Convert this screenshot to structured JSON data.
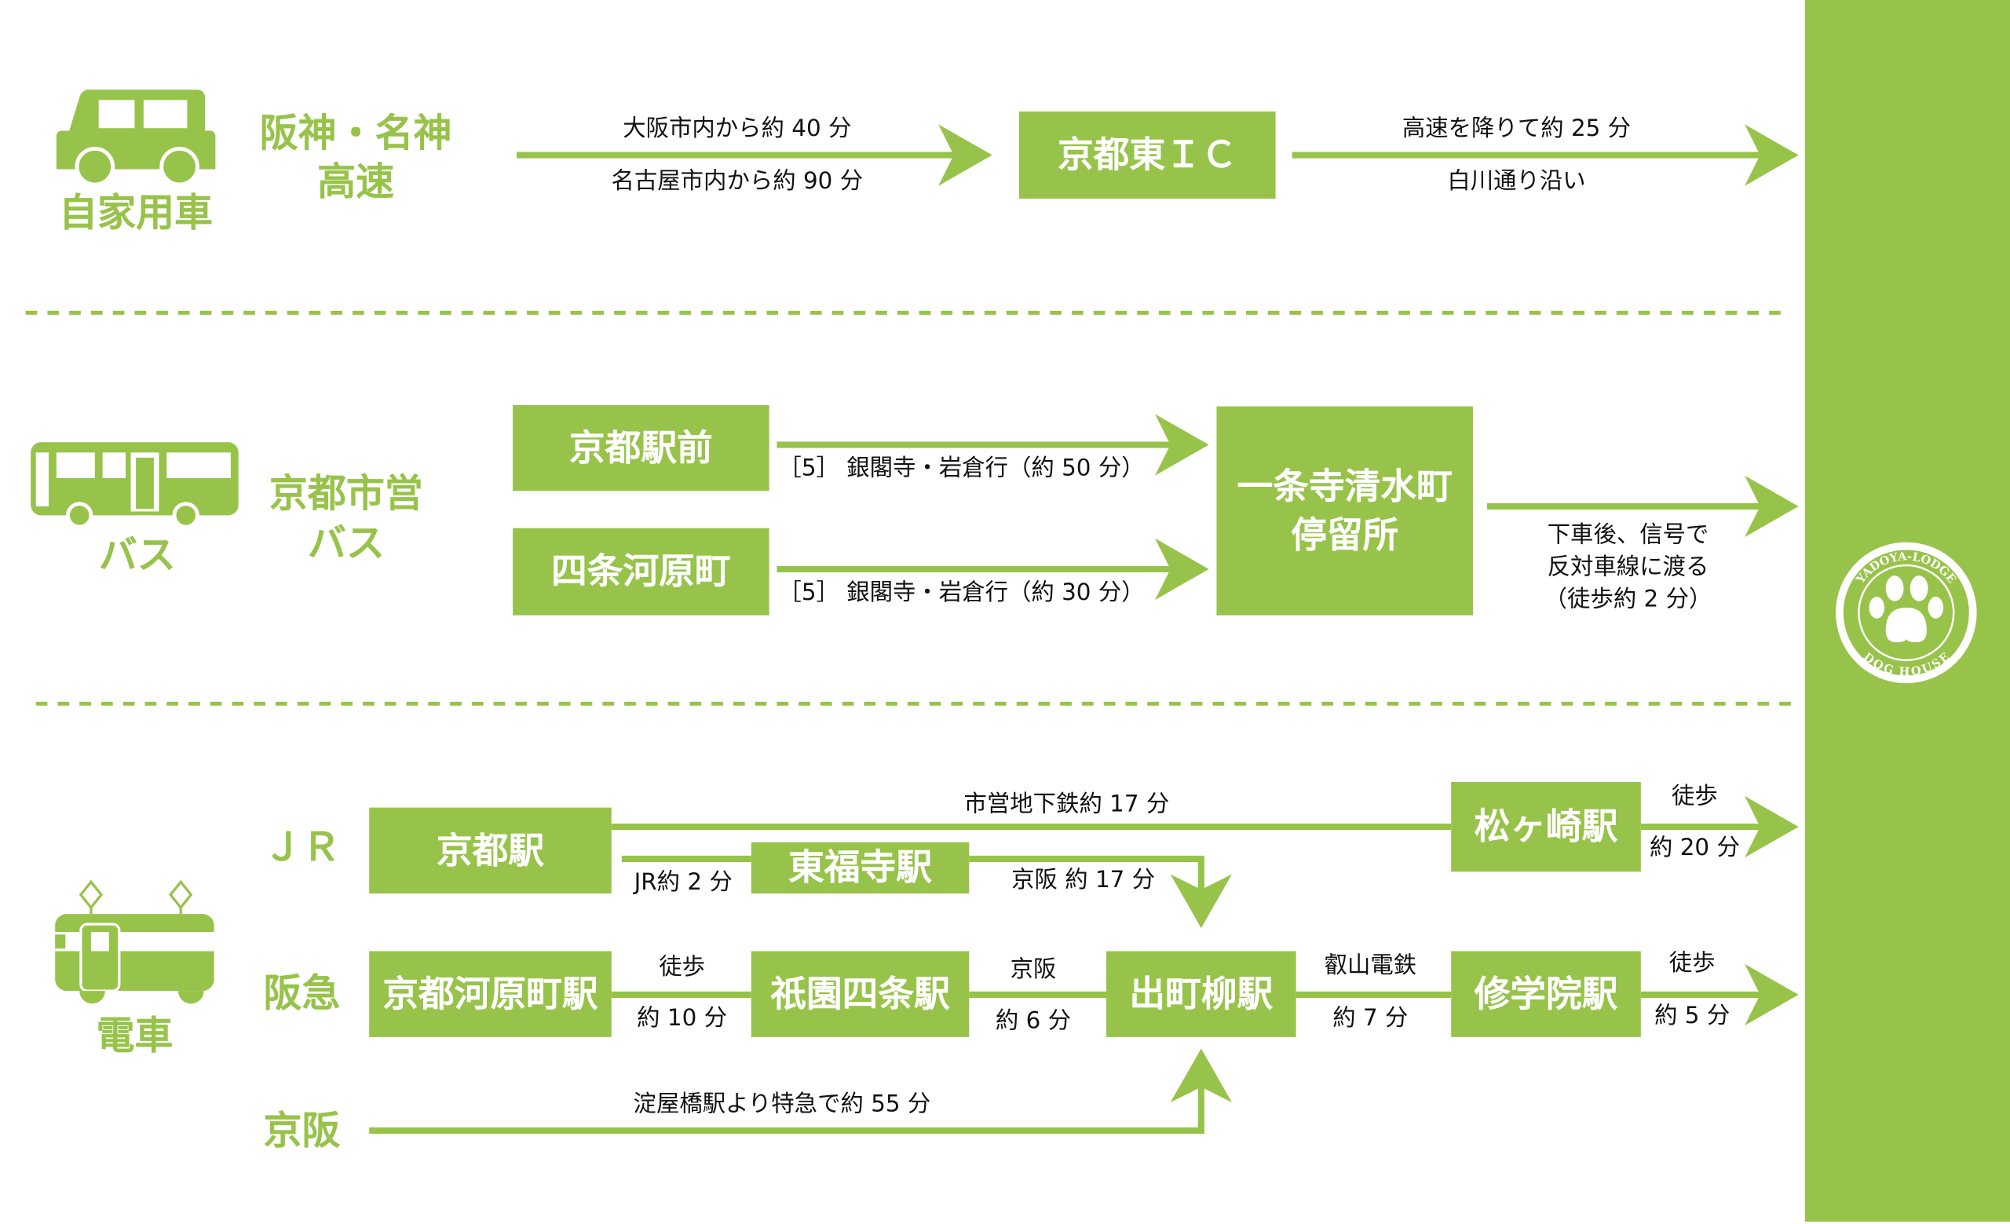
{
  "colors": {
    "accent": "#97c34a",
    "text": "#111111",
    "background": "#ffffff"
  },
  "car": {
    "icon": "car-icon",
    "label": "自家用車",
    "route": [
      "阪神・名神",
      "高速"
    ],
    "seg1_above": "大阪市内から約 40 分",
    "seg1_below": "名古屋市内から約 90 分",
    "station": "京都東ＩＣ",
    "seg2_above": "高速を降りて約 25 分",
    "seg2_below": "白川通り沿い"
  },
  "bus": {
    "icon": "bus-icon",
    "label": "バス",
    "route": [
      "京都市営",
      "バス"
    ],
    "stop1": "京都駅前",
    "stop1_text": "［5］ 銀閣寺・岩倉行（約 50 分）",
    "stop2": "四条河原町",
    "stop2_text": "［5］ 銀閣寺・岩倉行（約 30 分）",
    "dest": [
      "一条寺清水町",
      "停留所"
    ],
    "dest_text": [
      "下車後、信号で",
      "反対車線に渡る",
      "（徒歩約 2 分）"
    ]
  },
  "train": {
    "icon": "train-icon",
    "label": "電車",
    "lines": {
      "jr": "ＪＲ",
      "hankyu": "阪急",
      "keihan": "京阪"
    },
    "kyoto_station": "京都駅",
    "subway_text": "市営地下鉄約 17 分",
    "matsugasaki": "松ヶ崎駅",
    "matsugasaki_walk": [
      "徒歩",
      "約 20 分"
    ],
    "jr_text": "JR約 2 分",
    "tofukuji": "東福寺駅",
    "tofukuji_text": "京阪 約 17 分",
    "kawaramachi": "京都河原町駅",
    "kawaramachi_walk": [
      "徒歩",
      "約 10 分"
    ],
    "gion": "祇園四条駅",
    "gion_text": [
      "京阪",
      "約 6 分"
    ],
    "demachi": "出町柳駅",
    "demachi_text": [
      "叡山電鉄",
      "約 7 分"
    ],
    "shugakuin": "修学院駅",
    "shugakuin_walk": [
      "徒歩",
      "約 5 分"
    ],
    "keihan_text": "淀屋橋駅より特急で約 55 分"
  },
  "logo": {
    "icon": "paw-icon",
    "top_text": "YADOYA-LODGE",
    "bottom_text": "DOG HOUSE"
  }
}
